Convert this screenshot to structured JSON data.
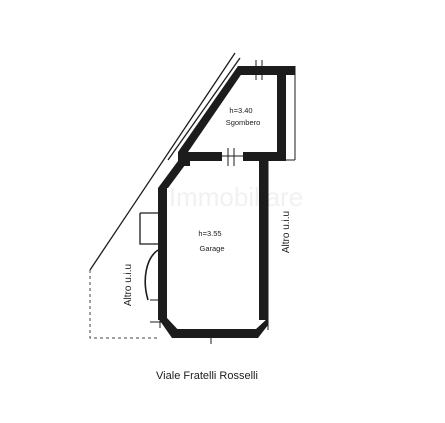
{
  "rooms": [
    {
      "name": "Sgombero",
      "height": "h=3.40"
    },
    {
      "name": "Garage",
      "height": "h=3.55"
    }
  ],
  "adjacent_units": [
    "Altro u.i.u",
    "Altro u.i.u"
  ],
  "street": "Viale Fratelli Rosselli",
  "watermark": "Immobiliare"
}
